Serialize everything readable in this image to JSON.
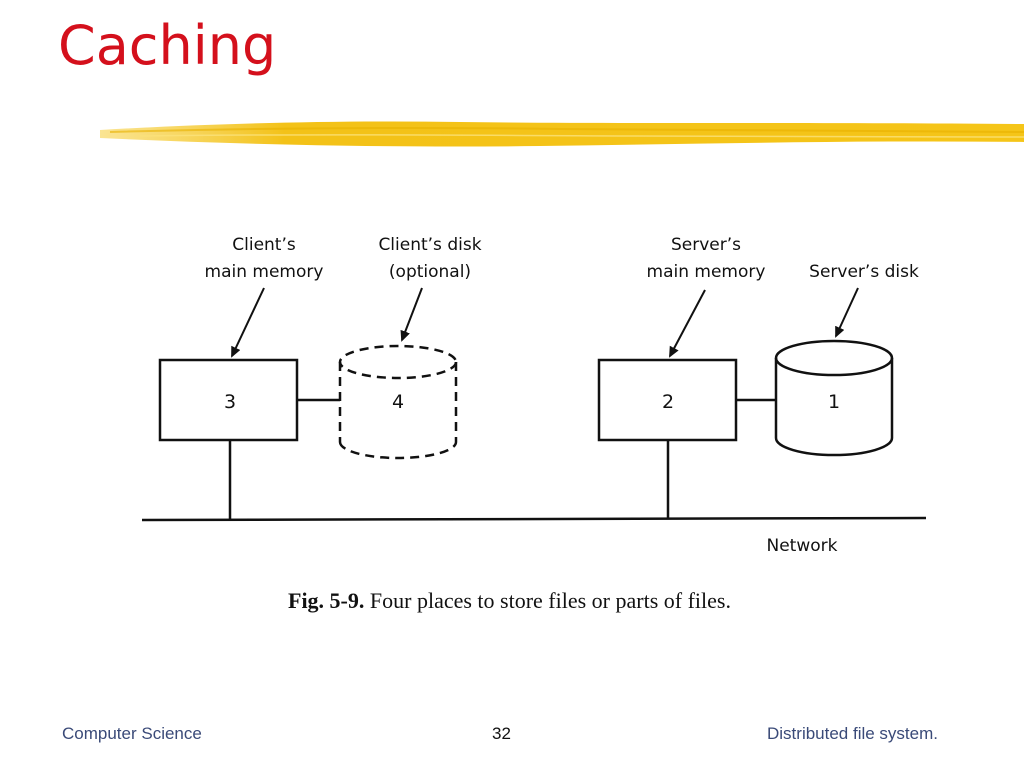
{
  "slide": {
    "title": "Caching",
    "title_color": "#d4101c",
    "underline_color": "#f5c518"
  },
  "diagram": {
    "labels": {
      "client_memory_line1": "Client’s",
      "client_memory_line2": "main memory",
      "client_disk_line1": "Client’s disk",
      "client_disk_line2": "(optional)",
      "server_memory_line1": "Server’s",
      "server_memory_line2": "main memory",
      "server_disk": "Server’s disk",
      "network": "Network"
    },
    "nodes": {
      "client_memory_number": "3",
      "client_disk_number": "4",
      "server_memory_number": "2",
      "server_disk_number": "1"
    }
  },
  "caption": {
    "fig": "Fig.  5-9.",
    "text": " Four places to store files or parts of files."
  },
  "footer": {
    "left": "Computer Science",
    "center": "32",
    "right": "Distributed file system."
  }
}
